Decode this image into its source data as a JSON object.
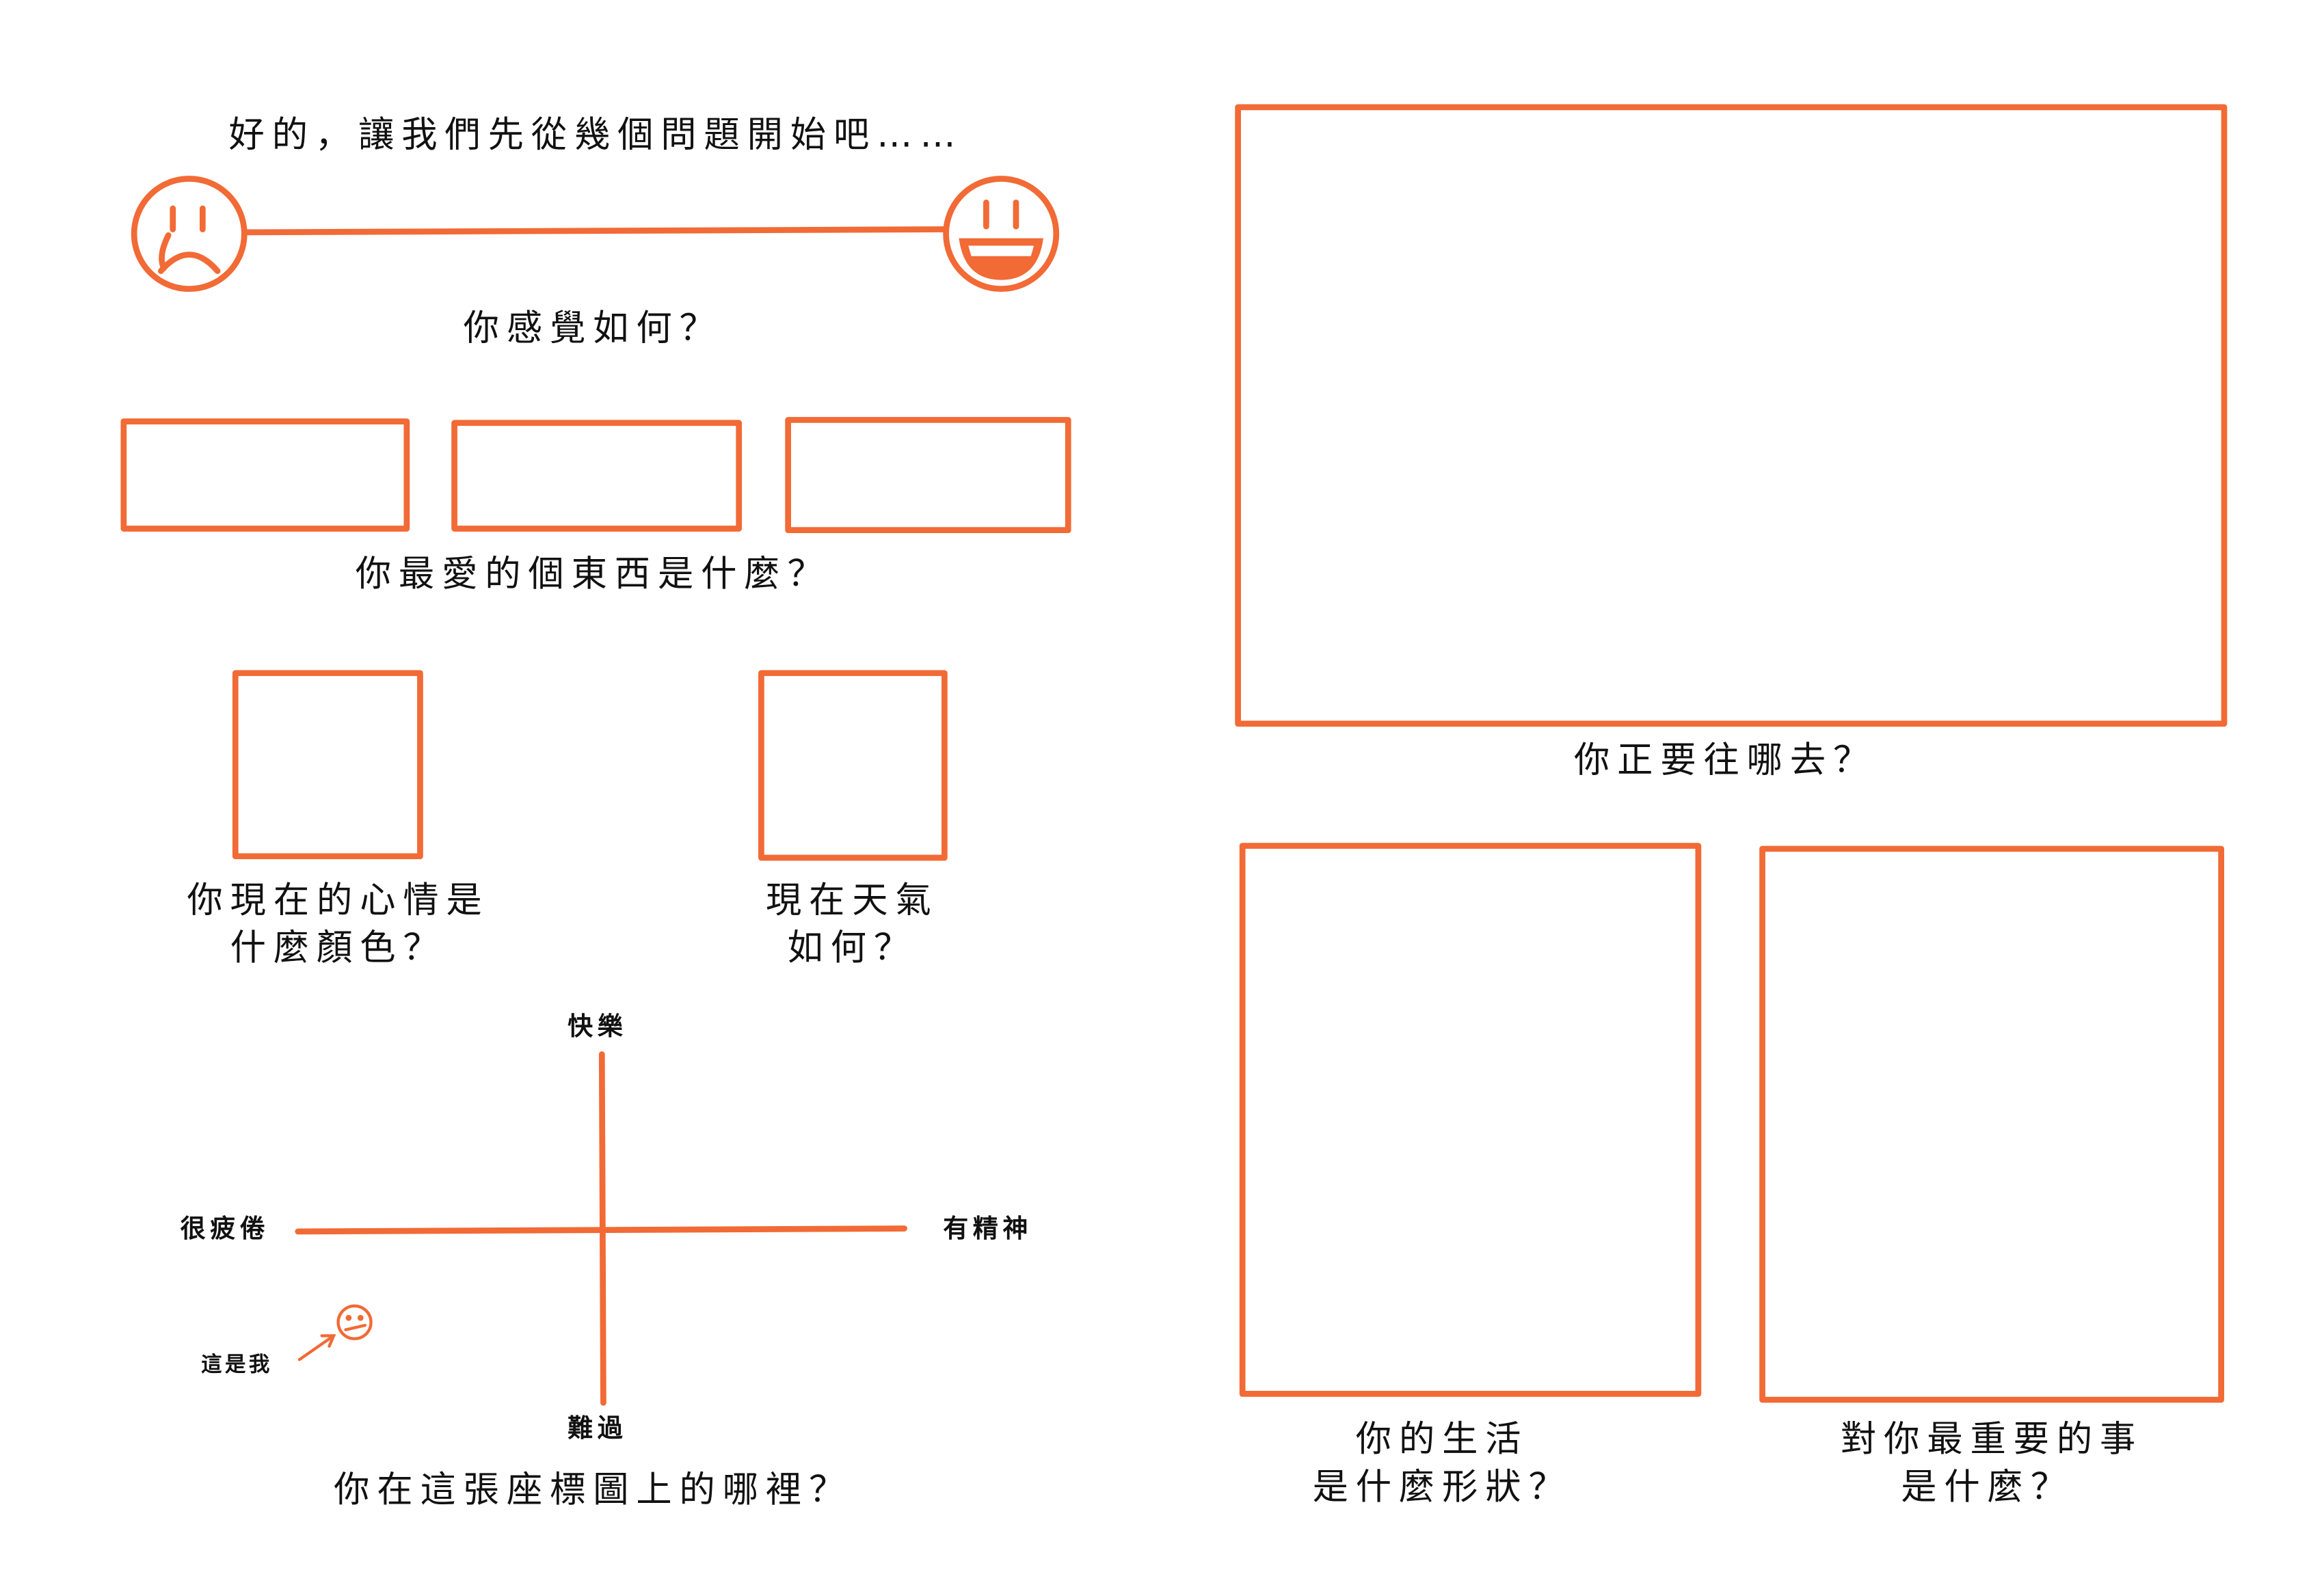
{
  "colors": {
    "accent": "#F26A35",
    "text": "#111111",
    "background": "#ffffff"
  },
  "intro": "好的，讓我們先從幾個問題開始吧……",
  "feeling": {
    "question": "你感覺如何？",
    "left_icon": "sad-face-icon",
    "right_icon": "happy-face-icon"
  },
  "favorites": {
    "question": "你最愛的個東西是什麼？",
    "box_count": 3
  },
  "mood_color": {
    "line1": "你現在的心情是",
    "line2": "什麼顏色？"
  },
  "weather": {
    "line1": "現在天氣",
    "line2": "如何？"
  },
  "coordinate": {
    "top": "快樂",
    "bottom": "難過",
    "left": "很疲倦",
    "right": "有精神",
    "marker_label": "這是我",
    "marker_icon": "confused-face-icon",
    "question": "你在這張座標圖上的哪裡？"
  },
  "destination": {
    "question": "你正要往哪去？"
  },
  "life_shape": {
    "line1": "你的生活",
    "line2": "是什麼形狀？"
  },
  "important": {
    "line1": "對你最重要的事",
    "line2": "是什麼？"
  }
}
